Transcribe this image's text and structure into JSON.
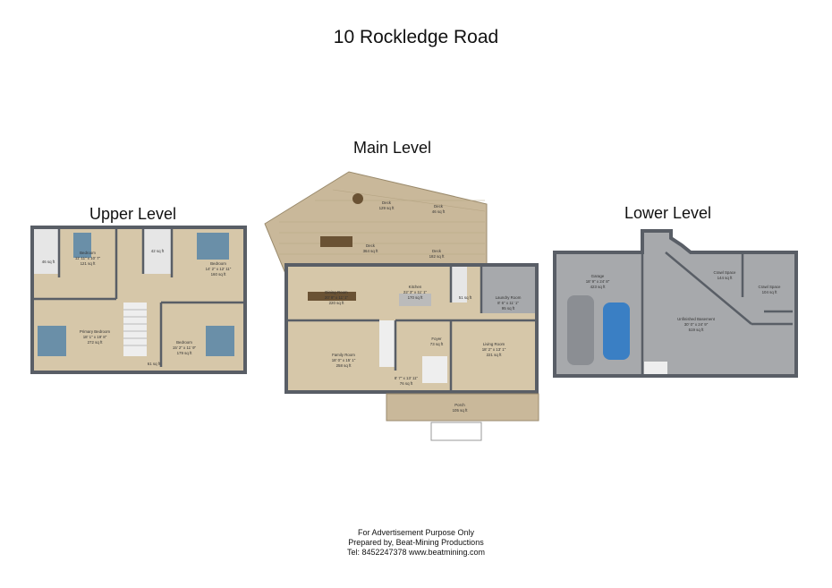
{
  "title": "10 Rockledge Road",
  "levels": {
    "upper": {
      "label": "Upper Level",
      "rooms": [
        {
          "name": "Bedroom",
          "dims": "11' 11\" x 10' 7\"",
          "area": "121 sq ft"
        },
        {
          "name": "Bedroom",
          "dims": "14' 2\" x 12' 11\"",
          "area": "160 sq ft"
        },
        {
          "name": "Primary Bedroom",
          "dims": "18' 1\" x 19' 8\"",
          "area": "272 sq ft"
        },
        {
          "name": "Bedroom",
          "dims": "15' 2\" x 11' 9\"",
          "area": "179 sq ft"
        },
        {
          "name": "",
          "dims": "",
          "area": "46 sq ft"
        },
        {
          "name": "",
          "dims": "",
          "area": "42 sq ft"
        },
        {
          "name": "",
          "dims": "",
          "area": "61 sq ft"
        }
      ]
    },
    "main": {
      "label": "Main Level",
      "rooms": [
        {
          "name": "Deck",
          "dims": "",
          "area": "129 sq ft"
        },
        {
          "name": "Deck",
          "dims": "",
          "area": "46 sq ft"
        },
        {
          "name": "Deck",
          "dims": "",
          "area": "364 sq ft"
        },
        {
          "name": "Deck",
          "dims": "",
          "area": "182 sq ft"
        },
        {
          "name": "Dining Room",
          "dims": "20' 9\" x 11' 1\"",
          "area": "220 sq ft"
        },
        {
          "name": "Kitchen",
          "dims": "22' 3\" x 11' 1\"",
          "area": "170 sq ft"
        },
        {
          "name": "",
          "dims": "",
          "area": "51 sq ft"
        },
        {
          "name": "Laundry Room",
          "dims": "8' 6\" x 11' 1\"",
          "area": "95 sq ft"
        },
        {
          "name": "Family Room",
          "dims": "18' 0\" x 15' 1\"",
          "area": "258 sq ft"
        },
        {
          "name": "Foyer",
          "dims": "",
          "area": "73 sq ft"
        },
        {
          "name": "Living Room",
          "dims": "18' 2\" x 13' 1\"",
          "area": "221 sq ft"
        },
        {
          "name": "",
          "dims": "8' 7\" x 13' 11\"",
          "area": "76 sq ft"
        },
        {
          "name": "Porch",
          "dims": "",
          "area": "105 sq ft"
        }
      ]
    },
    "lower": {
      "label": "Lower Level",
      "rooms": [
        {
          "name": "Garage",
          "dims": "18' 9\" x 24' 8\"",
          "area": "423 sq ft"
        },
        {
          "name": "Crawl Space",
          "dims": "",
          "area": "144 sq ft"
        },
        {
          "name": "Crawl Space",
          "dims": "",
          "area": "104 sq ft"
        },
        {
          "name": "Unfinished Basement",
          "dims": "30' 0\" x 24' 9\"",
          "area": "519 sq ft"
        }
      ]
    }
  },
  "footer": {
    "line1": "For Advertisement Purpose Only",
    "line2": "Prepared by, Beat-Mining Productions",
    "line3": "Tel: 8452247378 www.beatmining.com"
  },
  "colors": {
    "wall": "#595e66",
    "floor_wood": "#d6c7a9",
    "deck": "#c9b89a",
    "concrete": "#a7a9ac",
    "carpet": "#c9c9c9"
  }
}
